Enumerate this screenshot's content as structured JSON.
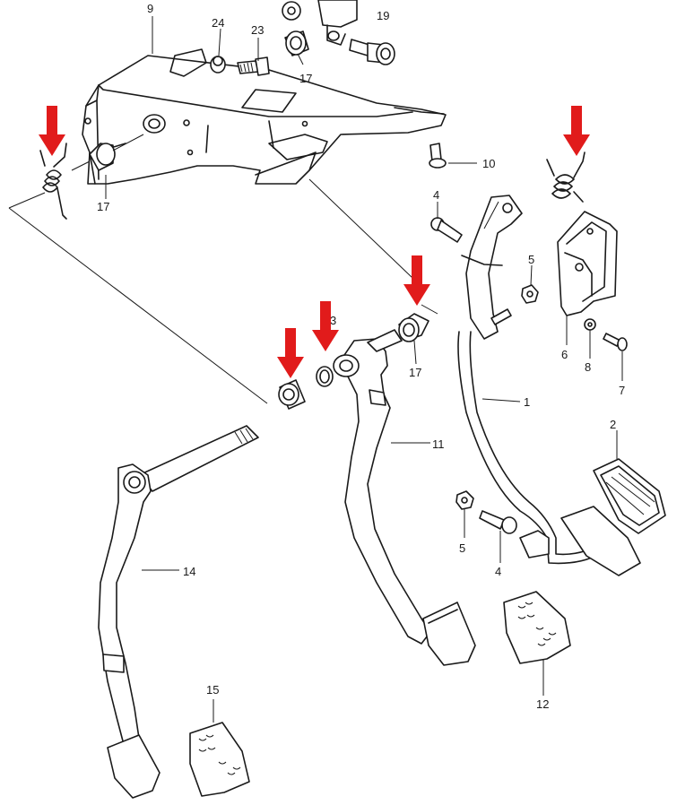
{
  "labels": {
    "l9": "9",
    "l24": "24",
    "l23": "23",
    "l19": "19",
    "l17a": "17",
    "l10": "10",
    "l17b": "17",
    "l4a": "4",
    "l5a": "5",
    "l1": "1",
    "l6": "6",
    "l8": "8",
    "l7": "7",
    "l17c": "17",
    "l11": "11",
    "l3": "3",
    "l2": "2",
    "l14": "14",
    "l5b": "5",
    "l4b": "4",
    "l12": "12",
    "l15": "15"
  },
  "highlight_color": "#e11b1b",
  "highlight_arrows": 5
}
